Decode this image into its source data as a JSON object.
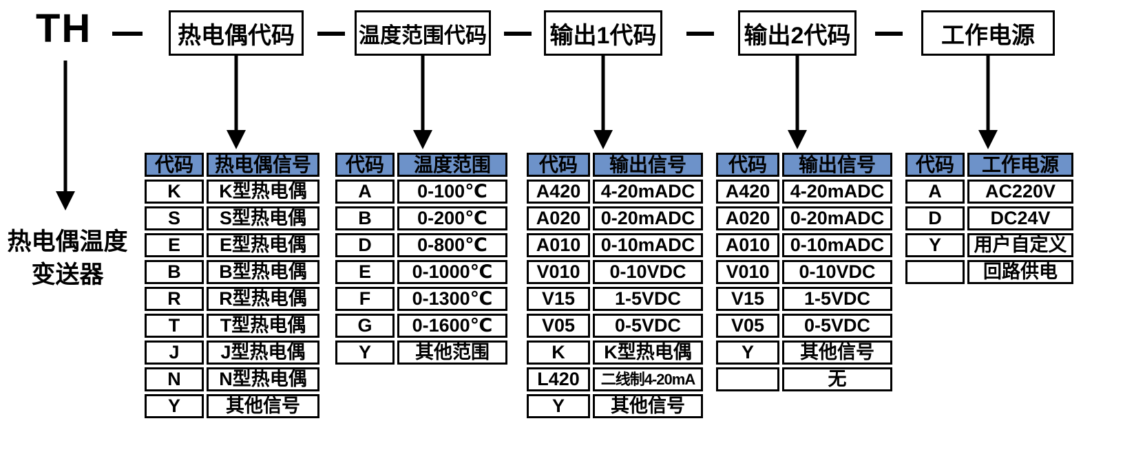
{
  "title": {
    "prefix": "TH",
    "product_line1": "热电偶温度",
    "product_line2": "变送器"
  },
  "colors": {
    "header_bg": "#6d92c9",
    "line": "#000000",
    "box_bg": "#ffffff"
  },
  "top_boxes": [
    {
      "label": "热电偶代码"
    },
    {
      "label": "温度范围代码"
    },
    {
      "label": "输出1代码"
    },
    {
      "label": "输出2代码"
    },
    {
      "label": "工作电源"
    }
  ],
  "tables": [
    {
      "name": "thermocouple-code",
      "headers": [
        "代码",
        "热电偶信号"
      ],
      "rows": [
        [
          "K",
          "K型热电偶"
        ],
        [
          "S",
          "S型热电偶"
        ],
        [
          "E",
          "E型热电偶"
        ],
        [
          "B",
          "B型热电偶"
        ],
        [
          "R",
          "R型热电偶"
        ],
        [
          "T",
          "T型热电偶"
        ],
        [
          "J",
          "J型热电偶"
        ],
        [
          "N",
          "N型热电偶"
        ],
        [
          "Y",
          "其他信号"
        ]
      ]
    },
    {
      "name": "temperature-range-code",
      "headers": [
        "代码",
        "温度范围"
      ],
      "rows": [
        [
          "A",
          "0-100℃"
        ],
        [
          "B",
          "0-200℃"
        ],
        [
          "D",
          "0-800℃"
        ],
        [
          "E",
          "0-1000℃"
        ],
        [
          "F",
          "0-1300℃"
        ],
        [
          "G",
          "0-1600℃"
        ],
        [
          "Y",
          "其他范围"
        ]
      ]
    },
    {
      "name": "output1-code",
      "headers": [
        "代码",
        "输出信号"
      ],
      "rows": [
        [
          "A420",
          "4-20mADC"
        ],
        [
          "A020",
          "0-20mADC"
        ],
        [
          "A010",
          "0-10mADC"
        ],
        [
          "V010",
          "0-10VDC"
        ],
        [
          "V15",
          "1-5VDC"
        ],
        [
          "V05",
          "0-5VDC"
        ],
        [
          "K",
          "K型热电偶"
        ],
        [
          "L420",
          "二线制4-20mA"
        ],
        [
          "Y",
          "其他信号"
        ]
      ]
    },
    {
      "name": "output2-code",
      "headers": [
        "代码",
        "输出信号"
      ],
      "rows": [
        [
          "A420",
          "4-20mADC"
        ],
        [
          "A020",
          "0-20mADC"
        ],
        [
          "A010",
          "0-10mADC"
        ],
        [
          "V010",
          "0-10VDC"
        ],
        [
          "V15",
          "1-5VDC"
        ],
        [
          "V05",
          "0-5VDC"
        ],
        [
          "Y",
          "其他信号"
        ],
        [
          "",
          "无"
        ]
      ]
    },
    {
      "name": "power-supply-code",
      "headers": [
        "代码",
        "工作电源"
      ],
      "rows": [
        [
          "A",
          "AC220V"
        ],
        [
          "D",
          "DC24V"
        ],
        [
          "Y",
          "用户自定义"
        ],
        [
          "",
          "回路供电"
        ]
      ]
    }
  ]
}
